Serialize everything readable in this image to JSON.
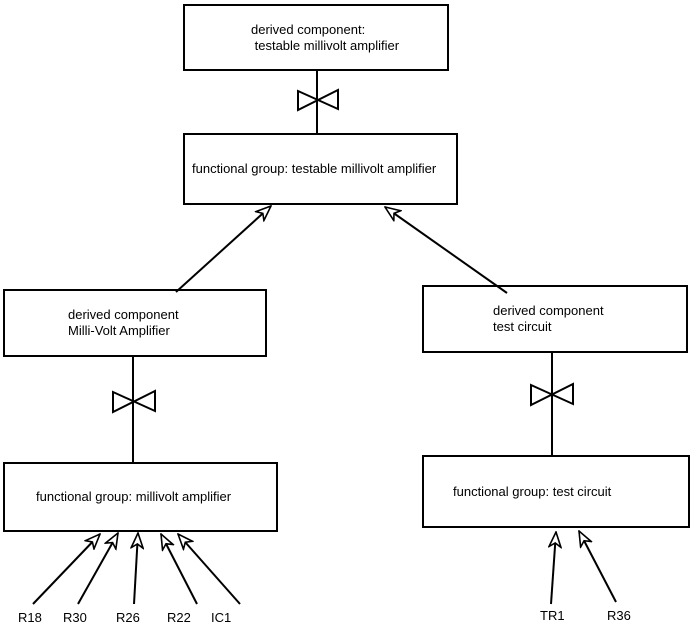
{
  "diagram": {
    "colors": {
      "background": "#ffffff",
      "stroke": "#000000",
      "text": "#000000"
    },
    "icons": {
      "bowtie": "bowtie-decomposition-symbol",
      "arrowhead": "open-dart-arrowhead"
    },
    "nodes": {
      "top_derived": {
        "line1": "derived component:",
        "line2": " testable millivolt amplifier"
      },
      "fg_testable": {
        "line1": "functional group: testable millivolt amplifier"
      },
      "left_derived": {
        "line1": "derived component",
        "line2": "Milli-Volt Amplifier"
      },
      "right_derived": {
        "line1": "derived component",
        "line2": "test circuit"
      },
      "fg_millivolt": {
        "line1": "functional group: millivolt amplifier"
      },
      "fg_test": {
        "line1": "functional group: test circuit"
      }
    },
    "component_labels": {
      "r18": "R18",
      "r30": "R30",
      "r26": "R26",
      "r22": "R22",
      "ic1": "IC1",
      "tr1": "TR1",
      "r36": "R36"
    },
    "edges": [
      {
        "from": "top_derived",
        "to": "fg_testable",
        "type": "bowtie-decomposition"
      },
      {
        "from": "left_derived",
        "to": "fg_millivolt",
        "type": "bowtie-decomposition"
      },
      {
        "from": "right_derived",
        "to": "fg_test",
        "type": "bowtie-decomposition"
      },
      {
        "from": "left_derived",
        "to": "fg_testable",
        "type": "arrow"
      },
      {
        "from": "right_derived",
        "to": "fg_testable",
        "type": "arrow"
      },
      {
        "from": "R18",
        "to": "fg_millivolt",
        "type": "arrow"
      },
      {
        "from": "R30",
        "to": "fg_millivolt",
        "type": "arrow"
      },
      {
        "from": "R26",
        "to": "fg_millivolt",
        "type": "arrow"
      },
      {
        "from": "R22",
        "to": "fg_millivolt",
        "type": "arrow"
      },
      {
        "from": "IC1",
        "to": "fg_millivolt",
        "type": "arrow"
      },
      {
        "from": "TR1",
        "to": "fg_test",
        "type": "arrow"
      },
      {
        "from": "R36",
        "to": "fg_test",
        "type": "arrow"
      }
    ]
  }
}
